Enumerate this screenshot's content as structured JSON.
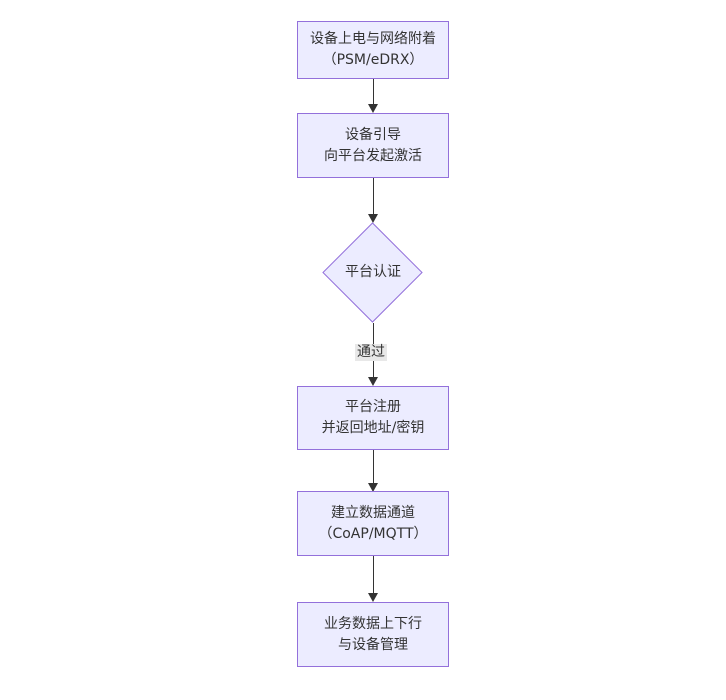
{
  "diagram": {
    "type": "flowchart",
    "direction": "top-down",
    "colors": {
      "node_fill": "#ECECFF",
      "node_border": "#9370DB",
      "text_color": "#333333",
      "arrow_color": "#333333",
      "edge_label_bg": "#e8e8e8",
      "background": "#ffffff"
    },
    "nodes": [
      {
        "id": "power-attach",
        "type": "rect",
        "label": "设备上电与网络附着\n（PSM/eDRX）"
      },
      {
        "id": "boot",
        "type": "rect",
        "label": "设备引导\n向平台发起激活"
      },
      {
        "id": "auth",
        "type": "diamond",
        "label": "平台认证"
      },
      {
        "id": "register",
        "type": "rect",
        "label": "平台注册\n并返回地址/密钥"
      },
      {
        "id": "channel",
        "type": "rect",
        "label": "建立数据通道\n（CoAP/MQTT）"
      },
      {
        "id": "business",
        "type": "rect",
        "label": "业务数据上下行\n与设备管理"
      }
    ],
    "edges": [
      {
        "from": "power-attach",
        "to": "boot",
        "label": ""
      },
      {
        "from": "boot",
        "to": "auth",
        "label": ""
      },
      {
        "from": "auth",
        "to": "register",
        "label": "通过"
      },
      {
        "from": "register",
        "to": "channel",
        "label": ""
      },
      {
        "from": "channel",
        "to": "business",
        "label": ""
      }
    ]
  }
}
